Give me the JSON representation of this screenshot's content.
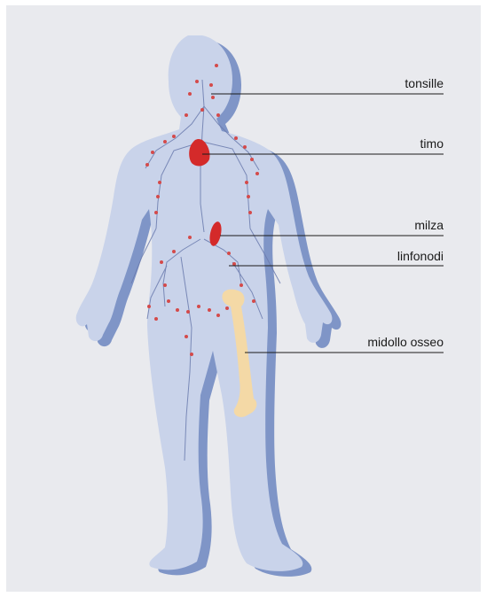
{
  "labels": {
    "tonsille": "tonsille",
    "timo": "timo",
    "milza": "milza",
    "linfonodi": "linfonodi",
    "midollo_osseo": "midollo osseo"
  },
  "colors": {
    "background": "#e9eaee",
    "body_fill": "#c9d3ea",
    "body_shadow": "#7f95c7",
    "organ_red": "#d42a2a",
    "bone": "#f4d9a6",
    "vessel": "#6b7bae"
  }
}
